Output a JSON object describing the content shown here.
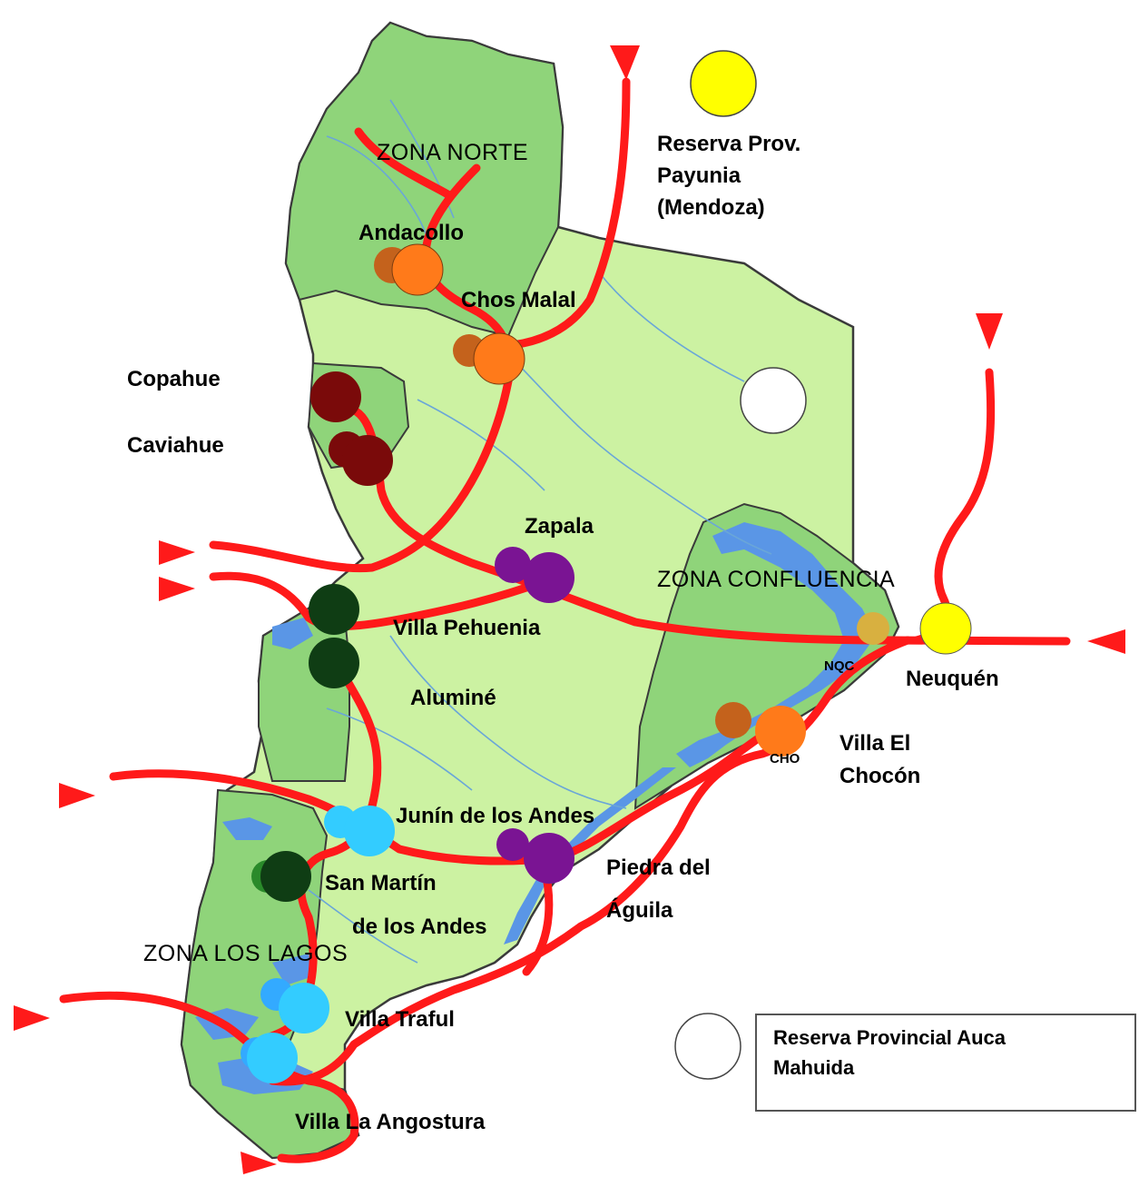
{
  "zones": {
    "norte": "ZONA NORTE",
    "confluencia": "ZONA CONFLUENCIA",
    "lagos": "ZONA LOS LAGOS"
  },
  "places": {
    "andacollo": "Andacollo",
    "chos_malal": "Chos Malal",
    "copahue": "Copahue",
    "caviahue": "Caviahue",
    "zapala": "Zapala",
    "villa_pehuenia": "Villa Pehuenia",
    "alumine": "Aluminé",
    "junin": "Junín de los Andes",
    "san_martin_1": "San Martín",
    "san_martin_2": "de los Andes",
    "piedra_1": "Piedra del",
    "piedra_2": "Águila",
    "villa_traful": "Villa Traful",
    "villa_angostura": "Villa La Angostura",
    "neuquen": "Neuquén",
    "chocon_1": "Villa El",
    "chocon_2": "Chocón",
    "nquc_small": "NQC",
    "choc_small": "CHO"
  },
  "reserves": {
    "payunia_1": "Reserva Prov.",
    "payunia_2": "Payunia",
    "payunia_3": "(Mendoza)",
    "auca_1": "Reserva Provincial Auca",
    "auca_2": "Mahuida"
  },
  "colors": {
    "province": "#ccf2a2",
    "zone_fill": "#8fd47a",
    "lake": "#5a96e6",
    "road": "#ff1a1a",
    "reserve_yellow": "#ffff00",
    "reserve_white": "#ffffff",
    "norte_dot": "#ff7a1a",
    "norte_dot_dark": "#c4621c",
    "copahue_dot": "#7a0a0a",
    "zapala_dot": "#7a1493",
    "pehuenia_dot": "#0f3d14",
    "lagos_dot": "#33ccff"
  }
}
